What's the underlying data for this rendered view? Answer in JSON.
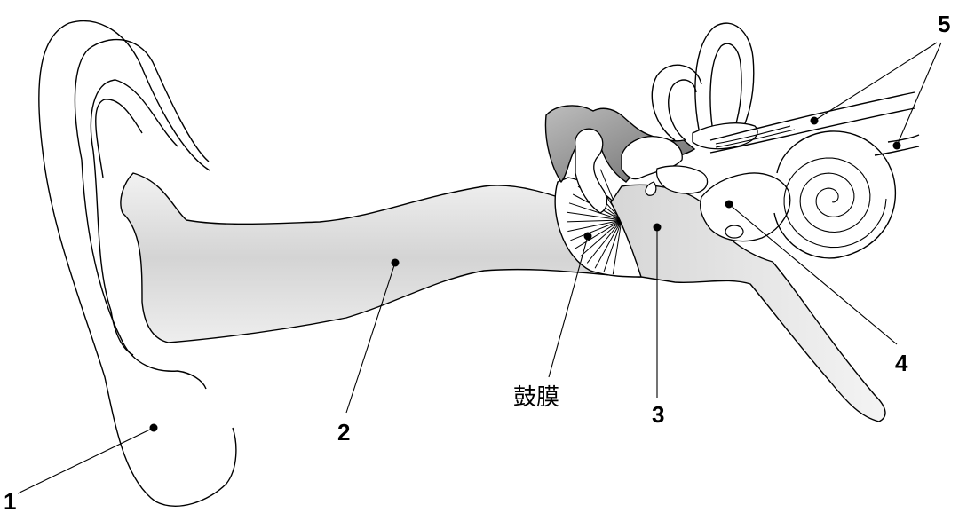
{
  "labels": {
    "n1": "1",
    "n2": "2",
    "n3": "3",
    "n4": "4",
    "n5": "5",
    "eardrum": "鼓膜"
  },
  "colors": {
    "canal_fill": "#d9d9d9",
    "bone_fill": "#9a9a9a",
    "line": "#000000"
  }
}
